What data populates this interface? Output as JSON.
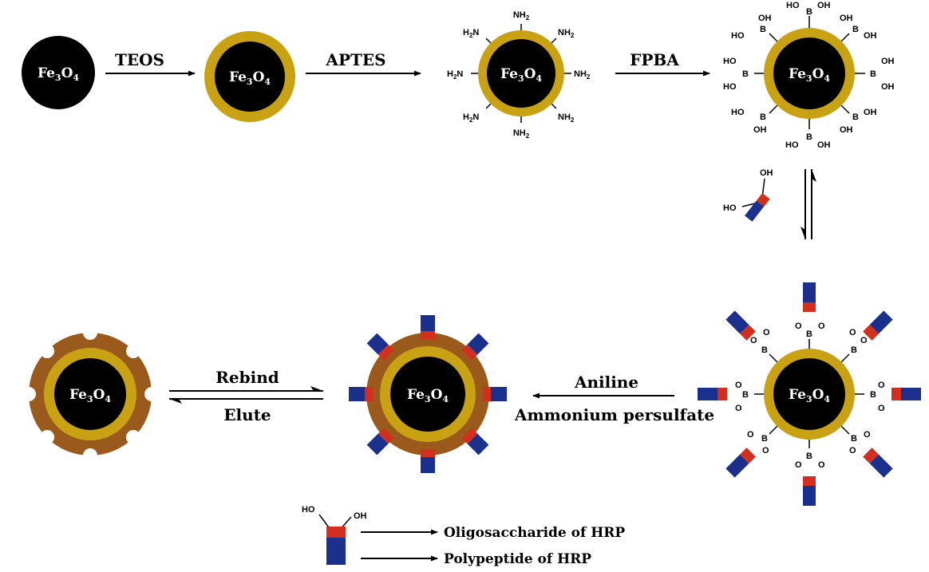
{
  "core_label": {
    "main": "Fe",
    "sub1": "3",
    "mid": "O",
    "sub2": "4"
  },
  "steps": {
    "teos": "TEOS",
    "aptes": "APTES",
    "fpba": "FPBA",
    "aniline": "Aniline",
    "persulfate": "Ammonium persulfate",
    "rebind": "Rebind",
    "elute": "Elute"
  },
  "groups": {
    "amine": "NH",
    "amine_sub": "2",
    "amine_left": "H",
    "amine_left_n": "N",
    "hydroxyl": "OH",
    "hydroxyl_left": "HO",
    "boron": "B",
    "oxygen": "O"
  },
  "legend": {
    "oligosaccharide": "Oligosaccharide of HRP",
    "polypeptide": "Polypeptide of HRP"
  },
  "colors": {
    "core": "#000000",
    "silica_shell": "#c9a214",
    "polymer_shell": "#9a5a1b",
    "oligosaccharide": "#d32f1f",
    "polypeptide": "#1b2f8c"
  }
}
